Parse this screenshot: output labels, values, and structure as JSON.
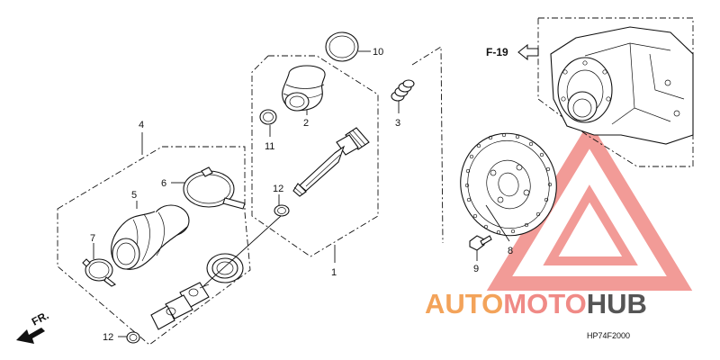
{
  "diagram": {
    "callouts": {
      "p1": "1",
      "p2": "2",
      "p3": "3",
      "p4": "4",
      "p5": "5",
      "p6": "6",
      "p7": "7",
      "p8": "8",
      "p9": "9",
      "p10": "10",
      "p11": "11",
      "p12a": "12",
      "p12b": "12"
    },
    "reference": "F-19",
    "front_marker": "FR.",
    "diagram_code": "HP74F2000"
  },
  "watermark": {
    "part1": "AUTO",
    "part2": "MOTO",
    "part3": "HUB",
    "colors": {
      "orange": "#f3a35a",
      "red": "#f08a86",
      "gray": "#555555"
    }
  }
}
